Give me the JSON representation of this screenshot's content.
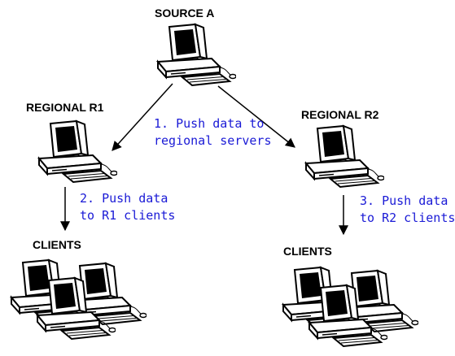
{
  "nodes": {
    "source": "SOURCE A",
    "regional_r1": "REGIONAL R1",
    "regional_r2": "REGIONAL R2",
    "clients_r1": "CLIENTS",
    "clients_r2": "CLIENTS"
  },
  "steps": [
    {
      "line1": "1. Push data to",
      "line2": "regional servers"
    },
    {
      "line1": "2. Push data",
      "line2": "to R1 clients"
    },
    {
      "line1": "3. Push data",
      "line2": "to R2 clients"
    }
  ],
  "colors": {
    "step_text": "#1a1ad6",
    "lines": "#000000"
  },
  "icons": {
    "computer": "desktop-computer-icon"
  }
}
